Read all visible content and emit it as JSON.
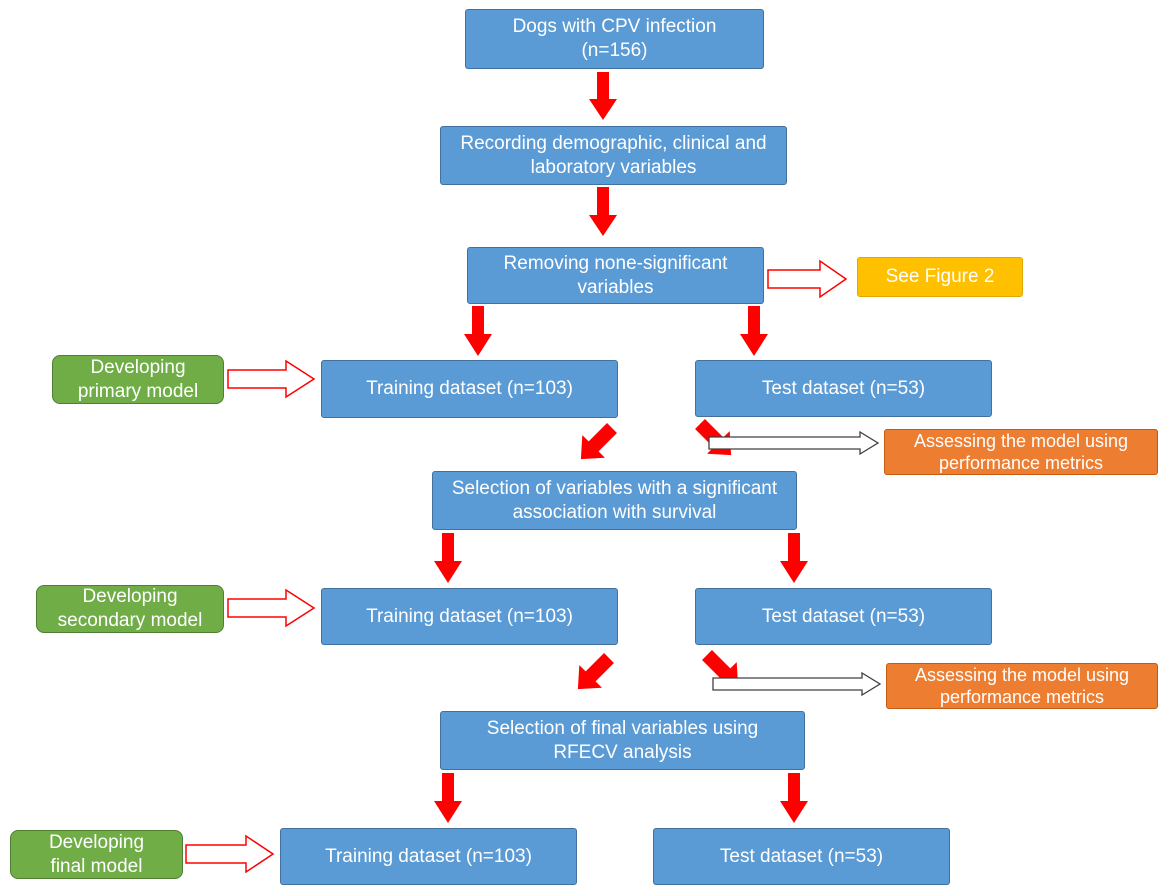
{
  "nodes": {
    "dogs": {
      "line1": "Dogs with CPV infection",
      "line2": "(n=156)"
    },
    "recording": {
      "line1": "Recording demographic, clinical and",
      "line2": "laboratory variables"
    },
    "removing": {
      "line1": "Removing none-significant",
      "line2": "variables"
    },
    "see_figure": {
      "label": "See Figure 2"
    },
    "dev_primary": {
      "line1": "Developing",
      "line2": "primary model"
    },
    "train1": {
      "label": "Training dataset (n=103)"
    },
    "test1": {
      "label": "Test dataset (n=53)"
    },
    "assess1": {
      "line1": "Assessing the model using",
      "line2": "performance metrics"
    },
    "selection_sig": {
      "line1": "Selection of variables with a significant",
      "line2": "association with survival"
    },
    "dev_secondary": {
      "line1": "Developing",
      "line2": "secondary model"
    },
    "train2": {
      "label": "Training dataset (n=103)"
    },
    "test2": {
      "label": "Test dataset (n=53)"
    },
    "assess2": {
      "line1": "Assessing the model using",
      "line2": "performance metrics"
    },
    "selection_final": {
      "line1": "Selection of final variables using",
      "line2": "RFECV analysis"
    },
    "dev_final": {
      "line1": "Developing",
      "line2": "final model"
    },
    "train3": {
      "label": "Training dataset (n=103)"
    },
    "test3": {
      "label": "Test dataset (n=53)"
    }
  },
  "colors": {
    "process_box": "#5b9bd5",
    "model_box": "#70ad47",
    "reference_box": "#ffc000",
    "assessment_box": "#ed7d31",
    "flow_arrow": "#ff0000",
    "side_arrow_outline": "#ff0000",
    "assessment_arrow_outline": "#404040"
  }
}
